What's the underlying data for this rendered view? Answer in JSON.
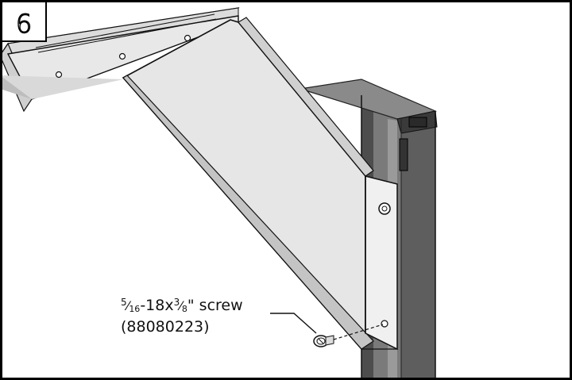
{
  "step": {
    "number": "6"
  },
  "callout": {
    "frac_num": "5",
    "frac_den": "16",
    "thread_size": "-18x",
    "len_num": "3",
    "len_den": "8",
    "suffix": "\" screw",
    "part_number": "(88080223)"
  },
  "colors": {
    "frame": "#000000",
    "steel": "#e6e6e6",
    "steel_shadow": "#b8b8b8",
    "post_dark": "#5a5a5a",
    "post_mid": "#8c8c8c"
  },
  "icons": {
    "screw": "screw-icon",
    "hole": "hole-icon"
  }
}
